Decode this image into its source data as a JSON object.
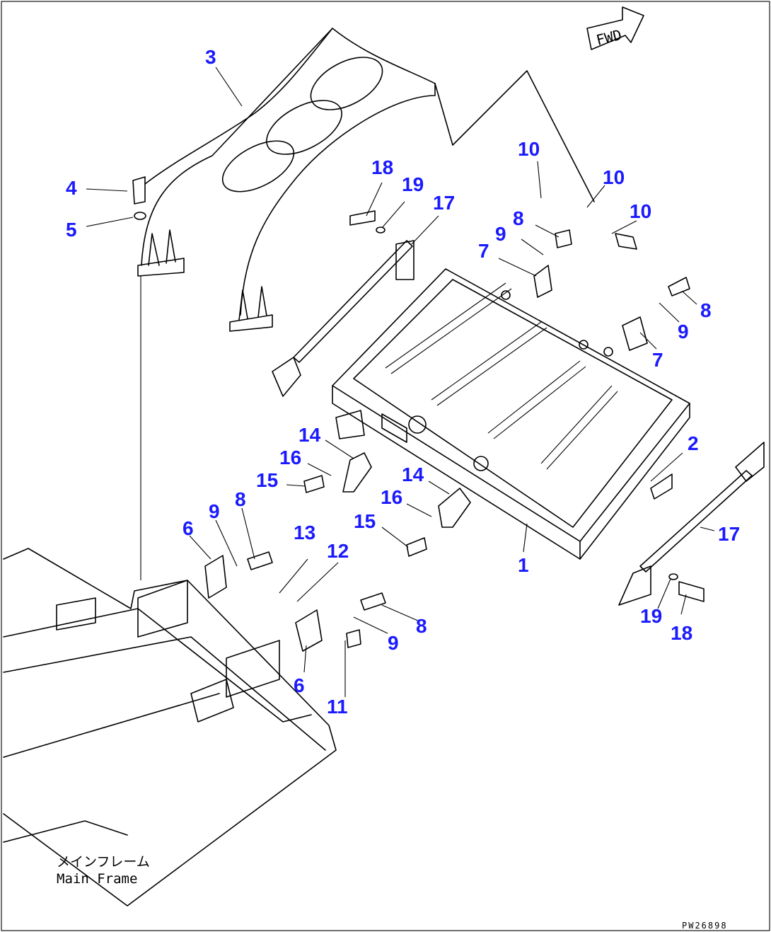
{
  "diagram": {
    "fwd_label": "FWD",
    "frame_caption_jp": "メインフレーム",
    "frame_caption_en": "Main Frame",
    "drawing_code": "PW26898",
    "callout_color": "#1a1aff",
    "callouts": [
      {
        "id": "c1",
        "label": "1"
      },
      {
        "id": "c2",
        "label": "2"
      },
      {
        "id": "c3",
        "label": "3"
      },
      {
        "id": "c4",
        "label": "4"
      },
      {
        "id": "c5",
        "label": "5"
      },
      {
        "id": "c6a",
        "label": "6"
      },
      {
        "id": "c6b",
        "label": "6"
      },
      {
        "id": "c7a",
        "label": "7"
      },
      {
        "id": "c7b",
        "label": "7"
      },
      {
        "id": "c8a",
        "label": "8"
      },
      {
        "id": "c8b",
        "label": "8"
      },
      {
        "id": "c8c",
        "label": "8"
      },
      {
        "id": "c8d",
        "label": "8"
      },
      {
        "id": "c9a",
        "label": "9"
      },
      {
        "id": "c9b",
        "label": "9"
      },
      {
        "id": "c9c",
        "label": "9"
      },
      {
        "id": "c9d",
        "label": "9"
      },
      {
        "id": "c10a",
        "label": "10"
      },
      {
        "id": "c10b",
        "label": "10"
      },
      {
        "id": "c10c",
        "label": "10"
      },
      {
        "id": "c11",
        "label": "11"
      },
      {
        "id": "c12",
        "label": "12"
      },
      {
        "id": "c13",
        "label": "13"
      },
      {
        "id": "c14a",
        "label": "14"
      },
      {
        "id": "c14b",
        "label": "14"
      },
      {
        "id": "c15a",
        "label": "15"
      },
      {
        "id": "c15b",
        "label": "15"
      },
      {
        "id": "c16a",
        "label": "16"
      },
      {
        "id": "c16b",
        "label": "16"
      },
      {
        "id": "c17a",
        "label": "17"
      },
      {
        "id": "c17b",
        "label": "17"
      },
      {
        "id": "c18a",
        "label": "18"
      },
      {
        "id": "c18b",
        "label": "18"
      },
      {
        "id": "c19a",
        "label": "19"
      },
      {
        "id": "c19b",
        "label": "19"
      }
    ]
  }
}
